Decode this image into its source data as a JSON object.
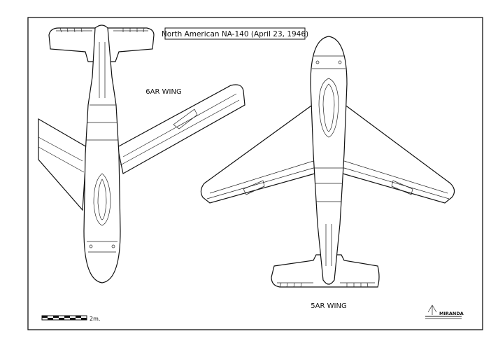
{
  "title": "North American NA-140 (April 23, 1946)",
  "labels": {
    "wing_6ar": "6AR WING",
    "wing_5ar": "5AR WING"
  },
  "scale": {
    "label": "2m."
  },
  "logo": {
    "text": "MIRANDA"
  },
  "colors": {
    "ink": "#111111",
    "paper": "#ffffff"
  }
}
